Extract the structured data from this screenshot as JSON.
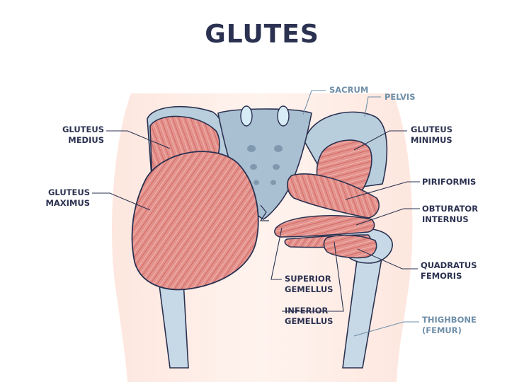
{
  "title": "GLUTES",
  "labels": {
    "sacrum": "SACRUM",
    "pelvis": "PELVIS",
    "gluteus_medius": "GLUTEUS\nMEDIUS",
    "gluteus_minimus": "GLUTEUS\nMINIMUS",
    "gluteus_maximus": "GLUTEUS\nMAXIMUS",
    "piriformis": "PIRIFORMIS",
    "obturator_internus": "OBTURATOR\nINTERNUS",
    "quadratus_femoris": "QUADRATUS\nFEMORIS",
    "superior_gemellus": "SUPERIOR\nGEMELLUS",
    "inferior_gemellus": "INFERIOR\nGEMELLUS",
    "thighbone": "THIGHBONE\n(FEMUR)"
  },
  "colors": {
    "title": "#2b3150",
    "label_dark": "#2b3150",
    "label_bone": "#6f8fa9",
    "muscle": "#e08a86",
    "muscle_dark": "#c9504c",
    "bone": "#b9cedd",
    "bone_dark": "#8fa9bf",
    "skin": "#fde3da"
  }
}
